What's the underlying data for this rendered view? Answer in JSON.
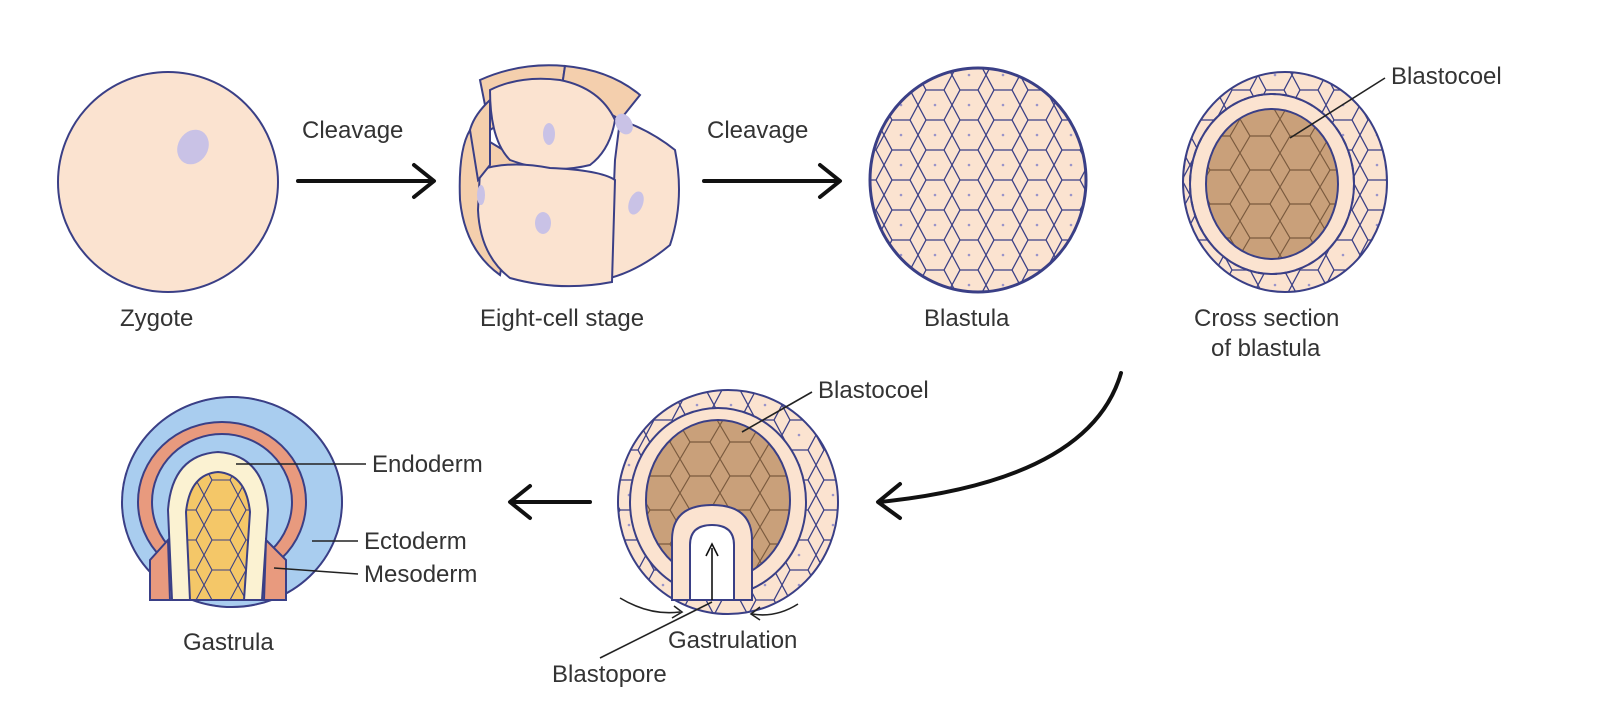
{
  "labels": {
    "zygote": "Zygote",
    "eight_cell": "Eight-cell stage",
    "blastula": "Blastula",
    "cross_section_line1": "Cross section",
    "cross_section_line2": "of blastula",
    "cleavage_1": "Cleavage",
    "cleavage_2": "Cleavage",
    "blastocoel_1": "Blastocoel",
    "blastocoel_2": "Blastocoel",
    "endoderm": "Endoderm",
    "ectoderm": "Ectoderm",
    "mesoderm": "Mesoderm",
    "gastrula": "Gastrula",
    "gastrulation": "Gastrulation",
    "blastopore": "Blastopore"
  },
  "colors": {
    "cell_fill": "#fbe3d0",
    "cell_shade": "#f4cfad",
    "nucleus": "#c9c2e6",
    "outline": "#3a3f86",
    "blastocoel": "#c9a07a",
    "blastocoel_dark": "#a8805c",
    "ectoderm": "#a9cdef",
    "mesoderm": "#e89a7e",
    "endoderm": "#fbf2d2",
    "endoderm_core": "#f4c768",
    "arrow": "#111111"
  }
}
